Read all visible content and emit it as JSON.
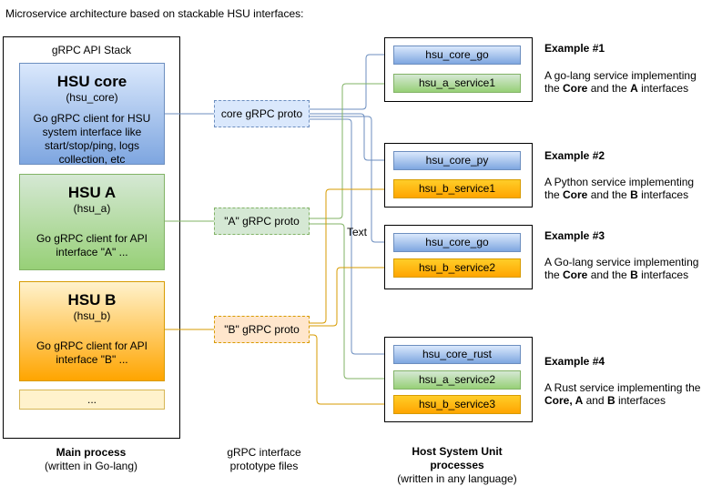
{
  "title": "Microservice architecture based on stackable HSU interfaces:",
  "stack": {
    "label": "gRPC API Stack",
    "core": {
      "name": "HSU core",
      "id": "(hsu_core)",
      "desc": "Go gRPC client for HSU system interface like start/stop/ping, logs collection, etc"
    },
    "a": {
      "name": "HSU A",
      "id": "(hsu_a)",
      "desc": "Go gRPC client for API interface \"A\" ..."
    },
    "b": {
      "name": "HSU B",
      "id": "(hsu_b)",
      "desc": "Go gRPC client for API interface \"B\" ..."
    },
    "more": "..."
  },
  "protos": {
    "core": "core gRPC proto",
    "a": "\"A\" gRPC proto",
    "b": "\"B\" gRPC proto"
  },
  "floating_text": "Text",
  "hosts": {
    "h1": {
      "core": "hsu_core_go",
      "s1": "hsu_a_service1"
    },
    "h2": {
      "core": "hsu_core_py",
      "s1": "hsu_b_service1"
    },
    "h3": {
      "core": "hsu_core_go",
      "s1": "hsu_b_service2"
    },
    "h4": {
      "core": "hsu_core_rust",
      "s1": "hsu_a_service2",
      "s2": "hsu_b_service3"
    }
  },
  "examples": [
    {
      "title": "Example #1",
      "desc_prefix": "A go-lang service implementing the ",
      "desc_bold": "Core",
      "desc_mid": " and the ",
      "desc_bold2": "A",
      "desc_suffix": " interfaces"
    },
    {
      "title": "Example #2",
      "desc_prefix": "A Python service implementing the ",
      "desc_bold": "Core",
      "desc_mid": " and the ",
      "desc_bold2": "B",
      "desc_suffix": " interfaces"
    },
    {
      "title": "Example #3",
      "desc_prefix": "A Go-lang service implementing the ",
      "desc_bold": "Core",
      "desc_mid": " and the ",
      "desc_bold2": "B",
      "desc_suffix": " interfaces"
    },
    {
      "title": "Example #4",
      "desc_prefix": "A Rust service implementing the ",
      "desc_bold": "Core, A",
      "desc_mid": " and ",
      "desc_bold2": "B",
      "desc_suffix": " interfaces"
    }
  ],
  "bottom": {
    "main_title": "Main process",
    "main_sub": "(written in Go-lang)",
    "proto_line1": "gRPC interface",
    "proto_line2": "prototype files",
    "host_title_1": "Host System Unit",
    "host_title_2": "processes",
    "host_sub": "(written in any language)"
  },
  "colors": {
    "blue_stroke": "#6c8ebf",
    "green_stroke": "#82b366",
    "orange_stroke": "#d79b00"
  }
}
